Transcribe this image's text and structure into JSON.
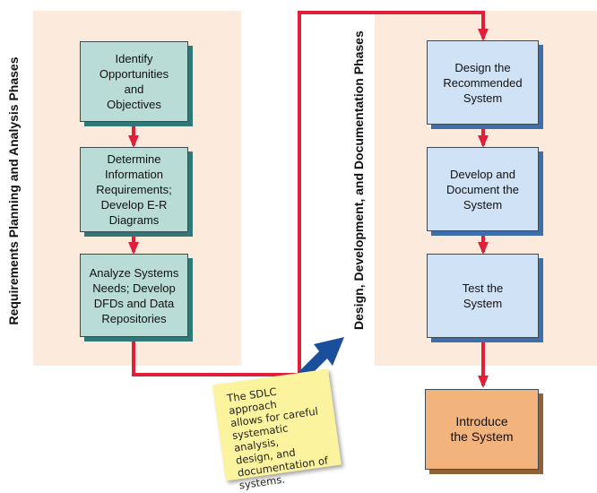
{
  "left_phase_label": "Requirements Planning and Analysis Phases",
  "right_phase_label": "Design, Development, and Documentation Phases",
  "steps_left": [
    "Identify\nOpportunities\nand\nObjectives",
    "Determine\nInformation\nRequirements;\nDevelop E-R\nDiagrams",
    "Analyze Systems\nNeeds; Develop\nDFDs and Data\nRepositories"
  ],
  "steps_right": [
    "Design the\nRecommended\nSystem",
    "Develop and\nDocument the\nSystem",
    "Test the\nSystem"
  ],
  "final_step": "Introduce\nthe System",
  "note": "The SDLC approach\nallows for careful\nsystematic analysis,\ndesign, and\ndocumentation of\nsystems.",
  "colors": {
    "panel": "#fcebdc",
    "connector": "#e0203a",
    "sweep_arrow": "#1a4f9c",
    "teal_box": "#b9dcd6",
    "blue_box": "#d0e2f6",
    "orange_box": "#f3b37d",
    "note": "#fbf39d"
  }
}
